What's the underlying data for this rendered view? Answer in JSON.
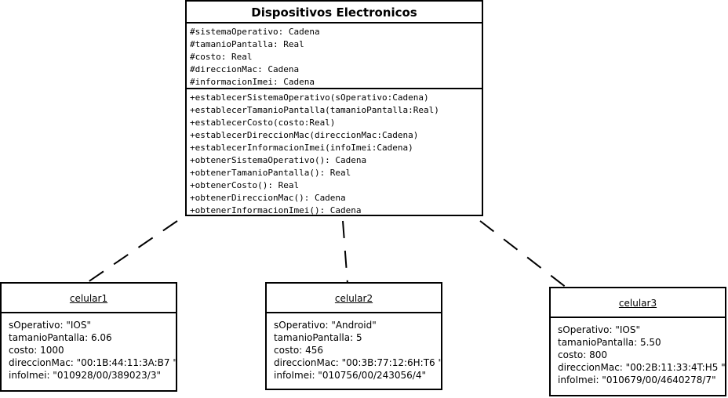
{
  "class": {
    "name": "Dispositivos Electronicos",
    "attributes": [
      "#sistemaOperativo: Cadena",
      "#tamanioPantalla: Real",
      "#costo: Real",
      "#direccionMac: Cadena",
      "#informacionImei: Cadena"
    ],
    "operations": [
      "+establecerSistemaOperativo(sOperativo:Cadena)",
      "+establecerTamanioPantalla(tamanioPantalla:Real)",
      "+establecerCosto(costo:Real)",
      "+establecerDireccionMac(direccionMac:Cadena)",
      "+establecerInformacionImei(infoImei:Cadena)",
      "+obtenerSistemaOperativo(): Cadena",
      "+obtenerTamanioPantalla(): Real",
      "+obtenerCosto(): Real",
      "+obtenerDireccionMac(): Cadena",
      "+obtenerInformacionImei(): Cadena"
    ]
  },
  "objects": [
    {
      "name": "celular1",
      "slots": [
        "sOperativo: \"IOS\"",
        "tamanioPantalla: 6.06",
        "costo: 1000",
        "direccionMac: \"00:1B:44:11:3A:B7 \"",
        "infoImei: \"010928/00/389023/3\""
      ]
    },
    {
      "name": "celular2",
      "slots": [
        "sOperativo: \"Android\"",
        "tamanioPantalla: 5",
        "costo: 456",
        "direccionMac: \"00:3B:77:12:6H:T6 \"",
        "infoImei: \"010756/00/243056/4\""
      ]
    },
    {
      "name": "celular3",
      "slots": [
        "sOperativo: \"IOS\"",
        "tamanioPantalla: 5.50",
        "costo: 800",
        "direccionMac: \"00:2B:11:33:4T:H5 \"",
        "infoImei: \"010679/00/4640278/7\""
      ]
    }
  ]
}
